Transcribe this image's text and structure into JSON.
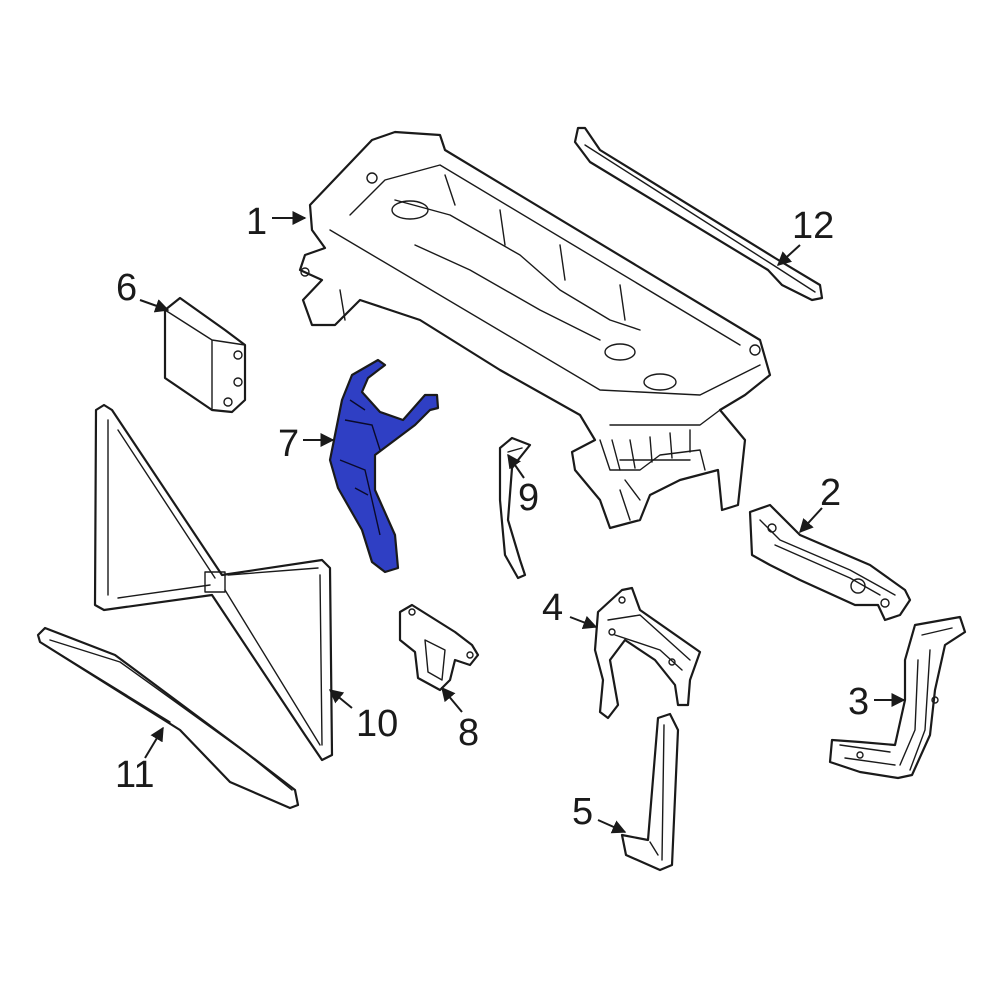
{
  "colors": {
    "highlight": "#2f3fc4",
    "line": "#1a1a1a",
    "background": "#ffffff"
  },
  "callouts": {
    "c1": "1",
    "c2": "2",
    "c3": "3",
    "c4": "4",
    "c5": "5",
    "c6": "6",
    "c7": "7",
    "c8": "8",
    "c9": "9",
    "c10": "10",
    "c11": "11",
    "c12": "12"
  }
}
